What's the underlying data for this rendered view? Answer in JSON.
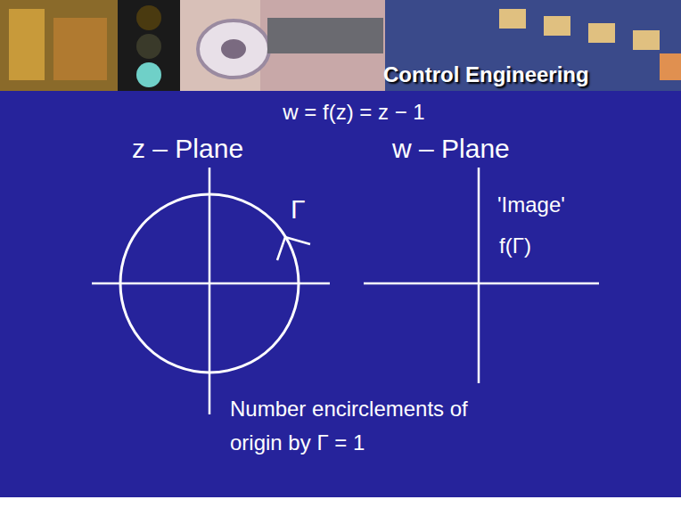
{
  "diagram": {
    "title": "w = f(z) = z − 1",
    "labels": [
      "Control Engineering",
      "z – Plane",
      "w – Plane",
      "Γ",
      "'Image'",
      "f(Γ)",
      "Number encirclements of origin by Γ = 1"
    ]
  }
}
